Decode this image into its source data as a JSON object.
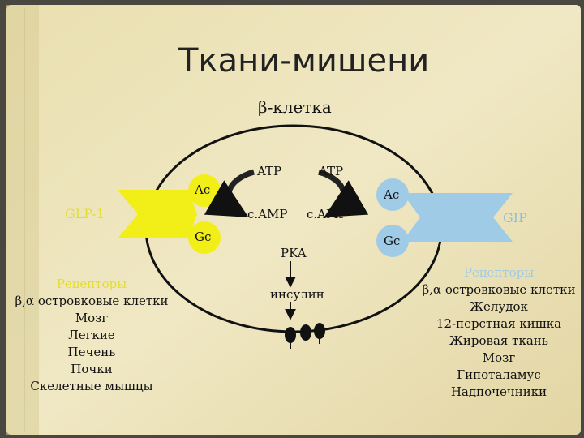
{
  "title": "Ткани-мишени",
  "cell_label": "β-клетка",
  "left": {
    "ligand": "GLP-1",
    "ac": "Ac",
    "gc": "Gc",
    "atp": "ATP",
    "camp": "c.AMP",
    "receptors_header": "Рецепторы",
    "receptors": [
      "β,α островковые клетки",
      "Мозг",
      "Легкие",
      "Печень",
      "Почки",
      "Скелетные мышцы"
    ]
  },
  "right": {
    "ligand": "GIP",
    "ac": "Ac",
    "gc": "Gc",
    "atp": "ATP",
    "camp": "c.AMP",
    "receptors_header": "Рецепторы",
    "receptors": [
      "β,α островковые клетки",
      "Желудок",
      "12-перстная кишка",
      "Жировая ткань",
      "Мозг",
      "Гипоталамус",
      "Надпочечники"
    ]
  },
  "center": {
    "pka": "PKA",
    "insulin": "инсулин"
  },
  "colors": {
    "yellow": "#f2ee18",
    "blue": "#9fcbe6",
    "paper": "#ece3b8",
    "dark": "#111111"
  }
}
